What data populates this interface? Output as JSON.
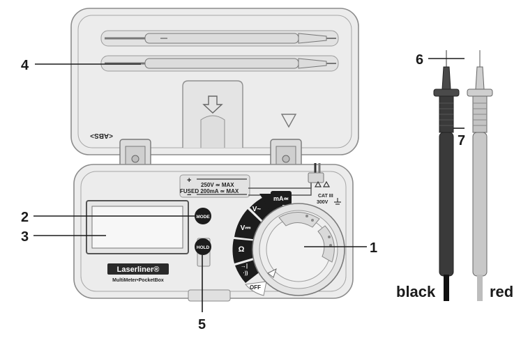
{
  "callouts": {
    "c1": "1",
    "c2": "2",
    "c3": "3",
    "c4": "4",
    "c5": "5",
    "c6": "6",
    "c7": "7"
  },
  "lid": {
    "abs_mark": "<ABS>"
  },
  "panel": {
    "spec_top": "250V ≃ MAX",
    "spec_bottom": "FUSED 200mA ≃ MAX",
    "plus_sign": "+",
    "minus_sign": "−",
    "cat_line1": "CAT III",
    "cat_line2": "300V"
  },
  "buttons": {
    "mode": "MODE",
    "hold": "HOLD"
  },
  "dial": {
    "positions": [
      "mA≃",
      "V~",
      "V⎓",
      "Ω",
      "→|",
      "OFF"
    ],
    "diode_sub": "·))"
  },
  "brand": {
    "name": "Laserliner®",
    "product": "MultiMeter•PocketBox"
  },
  "probes": {
    "black_label": "black",
    "red_label": "red"
  },
  "colors": {
    "black_probe": "#3a3a3a",
    "red_probe": "#c8c8c8",
    "housing": "#e9e9e9",
    "outline": "#8a8a8a"
  }
}
